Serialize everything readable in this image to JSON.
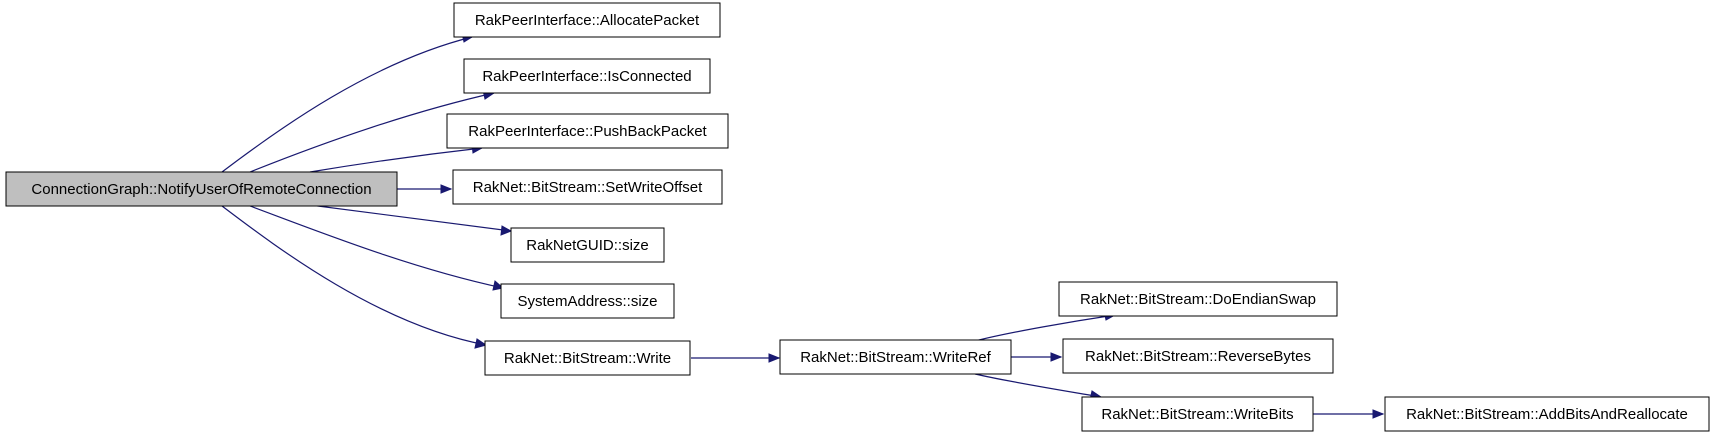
{
  "graph": {
    "root": {
      "label": "ConnectionGraph::NotifyUserOfRemoteConnection",
      "fill": "#bfbfbf"
    },
    "nodes": {
      "allocate_packet": {
        "label": "RakPeerInterface::AllocatePacket"
      },
      "is_connected": {
        "label": "RakPeerInterface::IsConnected"
      },
      "push_back_packet": {
        "label": "RakPeerInterface::PushBackPacket"
      },
      "set_write_offset": {
        "label": "RakNet::BitStream::SetWriteOffset"
      },
      "raknetguid_size": {
        "label": "RakNetGUID::size"
      },
      "systemaddress_size": {
        "label": "SystemAddress::size"
      },
      "write": {
        "label": "RakNet::BitStream::Write"
      },
      "write_ref": {
        "label": "RakNet::BitStream::WriteRef"
      },
      "do_endian_swap": {
        "label": "RakNet::BitStream::DoEndianSwap"
      },
      "reverse_bytes": {
        "label": "RakNet::BitStream::ReverseBytes"
      },
      "write_bits": {
        "label": "RakNet::BitStream::WriteBits"
      },
      "add_bits_and_reallocate": {
        "label": "RakNet::BitStream::AddBitsAndReallocate"
      }
    },
    "edge_color": "#191970",
    "node_fill": "#ffffff"
  }
}
